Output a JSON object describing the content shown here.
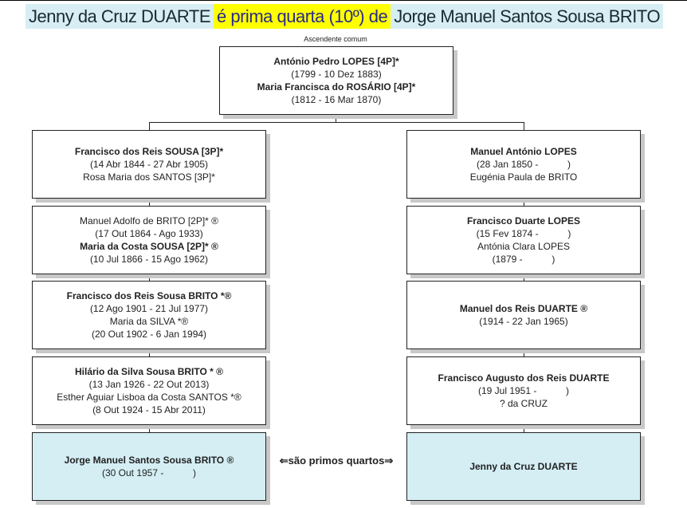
{
  "title": {
    "person_a": "Jenny da Cruz DUARTE",
    "relation": "é prima quarta (10º) de",
    "person_b": "Jorge Manuel Santos Sousa BRITO"
  },
  "common_ancestor_label": "Ascendente comum",
  "common_ancestor": [
    {
      "text": "António Pedro LOPES [4P]*",
      "bold": true
    },
    {
      "text": "(1799 - 10 Dez 1883)",
      "bold": false
    },
    {
      "text": "Maria Francisca do ROSÁRIO [4P]*",
      "bold": true
    },
    {
      "text": "(1812 - 16 Mar 1870)",
      "bold": false
    }
  ],
  "left_branch": [
    [
      {
        "text": "Francisco dos Reis SOUSA [3P]*",
        "bold": true
      },
      {
        "text": "(14 Abr 1844 - 27 Abr 1905)",
        "bold": false
      },
      {
        "text": "Rosa Maria dos SANTOS [3P]*",
        "bold": false
      }
    ],
    [
      {
        "text": "Manuel Adolfo de BRITO [2P]* ®",
        "bold": false
      },
      {
        "text": "(17 Out 1864 - Ago 1933)",
        "bold": false
      },
      {
        "text": "Maria da Costa SOUSA [2P]* ®",
        "bold": true
      },
      {
        "text": "(10 Jul 1866 - 15 Ago 1962)",
        "bold": false
      }
    ],
    [
      {
        "text": "Francisco dos Reis Sousa BRITO *®",
        "bold": true
      },
      {
        "text": "(12 Ago 1901 - 21 Jul 1977)",
        "bold": false
      },
      {
        "text": "Maria da SILVA *®",
        "bold": false
      },
      {
        "text": "(20 Out 1902 - 6 Jan 1994)",
        "bold": false
      }
    ],
    [
      {
        "text": "Hilário da Silva Sousa BRITO * ®",
        "bold": true
      },
      {
        "text": "(13 Jan 1926 - 22 Out 2013)",
        "bold": false
      },
      {
        "text": "Esther Aguiar Lisboa da Costa SANTOS *®",
        "bold": false
      },
      {
        "text": "(8 Out 1924 - 15 Abr 2011)",
        "bold": false
      }
    ],
    [
      {
        "text": "Jorge Manuel Santos Sousa BRITO ®",
        "bold": true
      },
      {
        "text": "(30 Out 1957 -           )",
        "bold": false
      }
    ]
  ],
  "right_branch": [
    [
      {
        "text": "Manuel António LOPES",
        "bold": true
      },
      {
        "text": "(28 Jan 1850 -           )",
        "bold": false
      },
      {
        "text": "Eugénia Paula de BRITO",
        "bold": false
      }
    ],
    [
      {
        "text": "Francisco Duarte LOPES",
        "bold": true
      },
      {
        "text": "(15 Fev 1874 -           )",
        "bold": false
      },
      {
        "text": "Antónia Clara LOPES",
        "bold": false
      },
      {
        "text": "(1879 -           )",
        "bold": false
      }
    ],
    [
      {
        "text": "Manuel dos Reis DUARTE ®",
        "bold": true
      },
      {
        "text": "(1914 - 22 Jan 1965)",
        "bold": false
      }
    ],
    [
      {
        "text": "Francisco Augusto dos Reis DUARTE",
        "bold": true
      },
      {
        "text": "(19 Jul 1951 -           )",
        "bold": false
      },
      {
        "text": "? da CRUZ",
        "bold": false
      }
    ],
    [
      {
        "text": "Jenny da Cruz DUARTE",
        "bold": true
      }
    ]
  ],
  "relation_label": "são primos quartos",
  "colors": {
    "highlight_box": "#d4eef4",
    "title_blue": "#d6eef4",
    "title_yellow": "#ffff00"
  }
}
